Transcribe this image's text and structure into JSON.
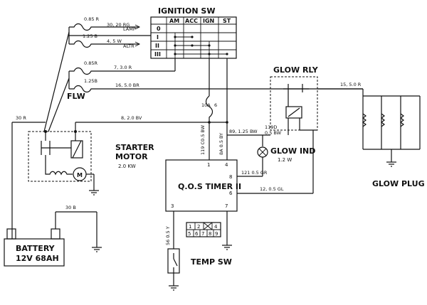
{
  "labels": {
    "ignition_sw": "IGNITION SW",
    "glow_rly": "GLOW RLY",
    "starter_line1": "STARTER",
    "starter_line2": "MOTOR",
    "starter_power": "2.0 KW",
    "glow_ind": "GLOW IND",
    "glow_ind_power": "1.2 W",
    "qos_timer": "Q.O.S TIMER II",
    "glow_plug": "GLOW PLUG",
    "battery_line1": "BATTERY",
    "battery_line2": "12V  68AH",
    "temp_sw": "TEMP SW",
    "flw": "FLW",
    "motor": "M"
  },
  "ignition_table": {
    "columns": [
      "AM",
      "ACC",
      "IGN",
      "ST"
    ],
    "rows": [
      "0",
      "I",
      "II",
      "III"
    ]
  },
  "wires": {
    "lamp_wire": "0.85 R",
    "lamp_dest": "30, 20 RG",
    "lamp": "LAMP",
    "altr_wire": "1.25 B",
    "altr_dest": "4, 5 W",
    "altr": "ALTR",
    "w085r_2": "0.85R",
    "w73r": "7, 3.0 R",
    "w125b": "1.25B",
    "w1650br": "16, 5.0 BR",
    "w1550r": "15, 5.0 R",
    "w30r": "30 R",
    "w820bv": "8, 2.0 BV",
    "w10a": "10A",
    "w6": "6",
    "w89": "89, 1.25 BW",
    "w1190b": "119D",
    "w05bw": "0.5 BW",
    "w119c": "119 C0.5 BW",
    "w8a": "8A 0.5 BY",
    "w121": "121 0.5 GR",
    "w1205gl": "12, 0.5 GL",
    "w30b": "30 B",
    "w56": "56 0.5 Y"
  },
  "pins": {
    "p1": "1",
    "p4": "4",
    "p8": "8",
    "p6": "6",
    "p3": "3",
    "p7": "7"
  },
  "connector": [
    "1",
    "2",
    "",
    "4",
    "5",
    "6",
    "7",
    "8",
    "9"
  ]
}
